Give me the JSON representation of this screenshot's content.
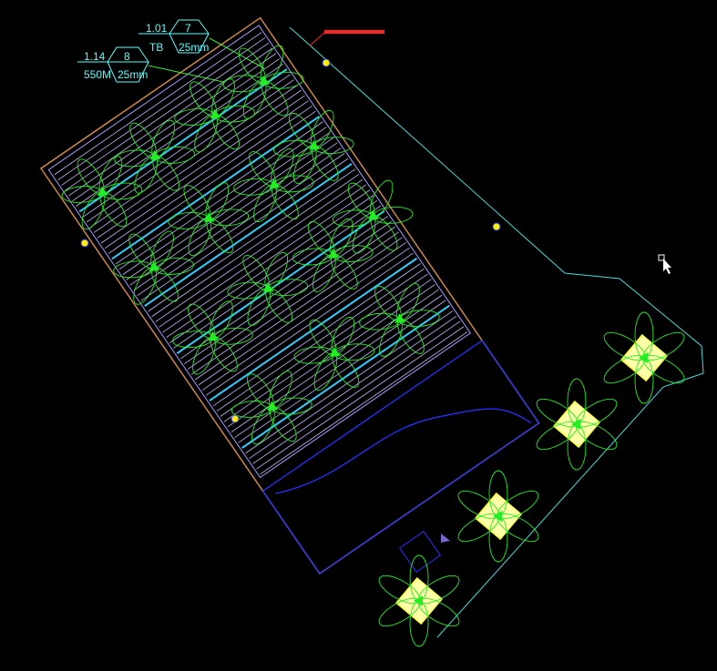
{
  "drawing": {
    "tag_1": {
      "level": "1.01",
      "number": "7",
      "code": "TB",
      "size": "25mm"
    },
    "tag_2": {
      "level": "1.14",
      "number": "8",
      "code": "550M",
      "size": "25mm"
    },
    "colors": {
      "background": "#000000",
      "plant": "#22ee22",
      "stripe": "#c8b8ff",
      "accent_stripe": "#33ccff",
      "boundary": "#44dddd",
      "pond": "#2233ff",
      "tree_fill": "#ffffaa",
      "marker": "#ffee00",
      "note": "#ff2222"
    },
    "icons": [
      "cursor-arrow-icon",
      "marker-dot-icon",
      "plant-symbol-icon",
      "tree-symbol-icon"
    ]
  }
}
